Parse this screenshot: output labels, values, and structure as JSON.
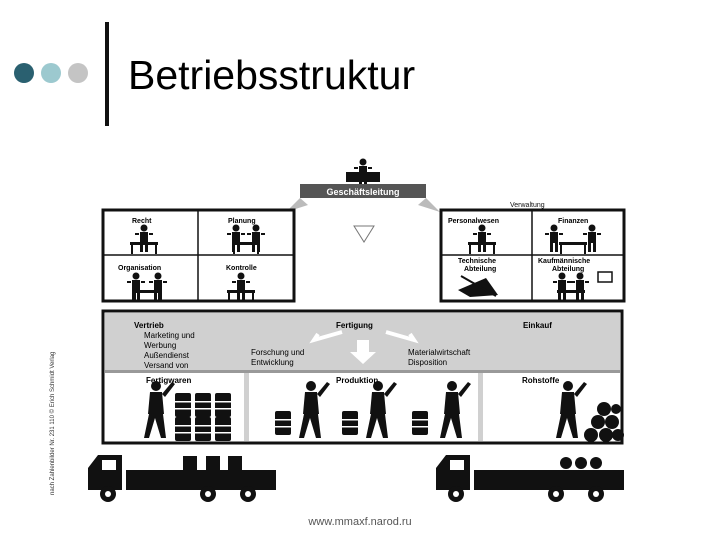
{
  "slide": {
    "title": "Betriebsstruktur",
    "footer": "www.mmaxf.narod.ru"
  },
  "colors": {
    "dot1": "#2a6070",
    "dot2": "#9cc9cf",
    "dot3": "#c4c4c4",
    "panel": "#d0d0d0",
    "ink": "#111111"
  },
  "figure": {
    "header": "Geschäftsleitung",
    "verwaltung": "Verwaltung",
    "left_panel": [
      "Recht",
      "Planung",
      "Organisation",
      "Kontrolle"
    ],
    "right_panel": [
      "Personalwesen",
      "Finanzen",
      "Technische",
      "Abteilung",
      "Kaufmännische",
      "Abteilung"
    ],
    "vertrieb": "Vertrieb",
    "vertrieb_items": [
      "Marketing und",
      "Werbung",
      "Außendienst",
      "Versand von"
    ],
    "fertigung": "Fertigung",
    "einkauf": "Einkauf",
    "forschung": [
      "Forschung und",
      "Entwicklung"
    ],
    "material": [
      "Materialwirtschaft",
      "Disposition"
    ],
    "fertigwaren": "Fertigwaren",
    "produktion": "Produktion",
    "rohstoffe": "Rohstoffe",
    "credit": "nach Zahlenbilder Nr. 231 110 © Erich Schmidt Verlag"
  }
}
